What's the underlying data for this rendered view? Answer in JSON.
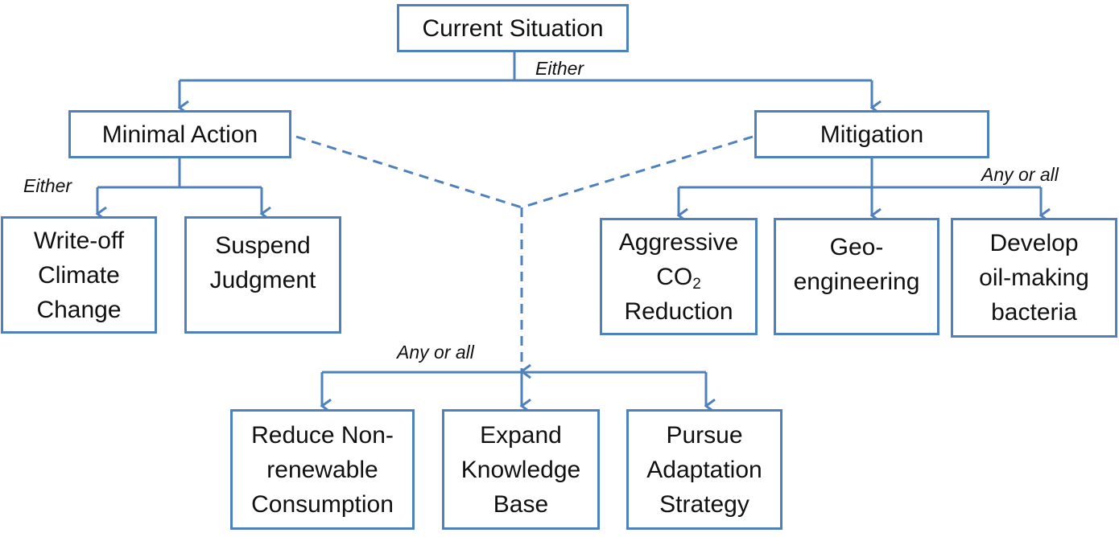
{
  "diagram": {
    "colors": {
      "stroke": "#4F81BD",
      "text": "#111111",
      "background": "#FFFFFF"
    },
    "nodes": {
      "current_situation": {
        "lines": [
          "Current Situation"
        ]
      },
      "minimal_action": {
        "lines": [
          "Minimal Action"
        ]
      },
      "mitigation": {
        "lines": [
          "Mitigation"
        ]
      },
      "write_off": {
        "lines": [
          "Write-off",
          "Climate",
          "Change"
        ]
      },
      "suspend": {
        "lines": [
          "Suspend",
          "Judgment"
        ]
      },
      "aggressive": {
        "lines": [
          "Aggressive"
        ],
        "co2_main": "CO",
        "co2_sub": "2",
        "line3": "Reduction"
      },
      "geo": {
        "lines": [
          "Geo-",
          "engineering"
        ]
      },
      "develop": {
        "lines": [
          "Develop",
          "oil-making",
          "bacteria"
        ]
      },
      "reduce": {
        "lines": [
          "Reduce Non-",
          "renewable",
          "Consumption"
        ]
      },
      "expand": {
        "lines": [
          "Expand",
          "Knowledge",
          "Base"
        ]
      },
      "pursue": {
        "lines": [
          "Pursue",
          "Adaptation",
          "Strategy"
        ]
      }
    },
    "annotations": {
      "either_top": "Either",
      "either_left": "Either",
      "any_or_all_right": "Any or all",
      "any_or_all_bottom": "Any or all"
    }
  }
}
